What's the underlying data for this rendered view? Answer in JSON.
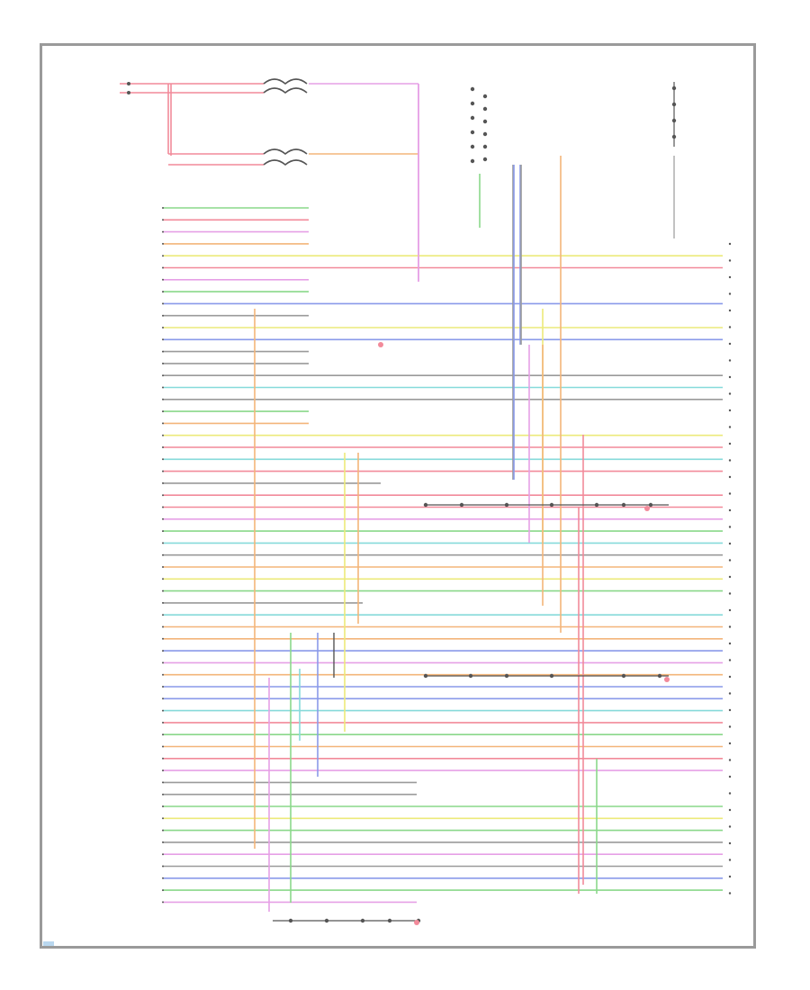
{
  "diagram": {
    "colors": {
      "red": "#f28a9a",
      "pink": "#e6a0e6",
      "green": "#8ad88a",
      "blue": "#8a9aea",
      "yellow": "#ecea7a",
      "orange": "#f3b57a",
      "cyan": "#86dada",
      "gray": "#9a9a9a",
      "dark": "#555555"
    },
    "connector_rows": [
      {
        "color": "green",
        "end": 340
      },
      {
        "color": "red",
        "end": 340
      },
      {
        "color": "pink",
        "end": 340
      },
      {
        "color": "orange",
        "end": 340
      },
      {
        "color": "yellow",
        "end": 800
      },
      {
        "color": "red",
        "end": 800
      },
      {
        "color": "pink",
        "end": 340
      },
      {
        "color": "green",
        "end": 340
      },
      {
        "color": "blue",
        "end": 800
      },
      {
        "color": "gray",
        "end": 340
      },
      {
        "color": "yellow",
        "end": 800
      },
      {
        "color": "blue",
        "end": 800
      },
      {
        "color": "gray",
        "end": 340
      },
      {
        "color": "gray",
        "end": 340
      },
      {
        "color": "gray",
        "end": 800
      },
      {
        "color": "cyan",
        "end": 800
      },
      {
        "color": "gray",
        "end": 800
      },
      {
        "color": "green",
        "end": 340
      },
      {
        "color": "orange",
        "end": 340
      },
      {
        "color": "yellow",
        "end": 800
      },
      {
        "color": "red",
        "end": 800
      },
      {
        "color": "cyan",
        "end": 800
      },
      {
        "color": "red",
        "end": 800
      },
      {
        "color": "gray",
        "end": 420
      },
      {
        "color": "red",
        "end": 800
      },
      {
        "color": "red",
        "end": 800
      },
      {
        "color": "pink",
        "end": 800
      },
      {
        "color": "green",
        "end": 800
      },
      {
        "color": "cyan",
        "end": 800
      },
      {
        "color": "gray",
        "end": 800
      },
      {
        "color": "orange",
        "end": 800
      },
      {
        "color": "yellow",
        "end": 800
      },
      {
        "color": "green",
        "end": 800
      },
      {
        "color": "gray",
        "end": 400
      },
      {
        "color": "cyan",
        "end": 800
      },
      {
        "color": "orange",
        "end": 800
      },
      {
        "color": "orange",
        "end": 800
      },
      {
        "color": "blue",
        "end": 800
      },
      {
        "color": "pink",
        "end": 800
      },
      {
        "color": "orange",
        "end": 800
      },
      {
        "color": "blue",
        "end": 800
      },
      {
        "color": "blue",
        "end": 800
      },
      {
        "color": "cyan",
        "end": 800
      },
      {
        "color": "red",
        "end": 800
      },
      {
        "color": "green",
        "end": 800
      },
      {
        "color": "orange",
        "end": 800
      },
      {
        "color": "red",
        "end": 800
      },
      {
        "color": "pink",
        "end": 800
      },
      {
        "color": "gray",
        "end": 460
      },
      {
        "color": "gray",
        "end": 460
      },
      {
        "color": "green",
        "end": 800
      },
      {
        "color": "yellow",
        "end": 800
      },
      {
        "color": "green",
        "end": 800
      },
      {
        "color": "gray",
        "end": 800
      },
      {
        "color": "pink",
        "end": 800
      },
      {
        "color": "gray",
        "end": 800
      },
      {
        "color": "blue",
        "end": 800
      },
      {
        "color": "green",
        "end": 800
      },
      {
        "color": "pink",
        "end": 460
      }
    ],
    "verticals": [
      {
        "color": "red",
        "from": 90,
        "to": 170
      },
      {
        "color": "pink",
        "from": 90,
        "to": 310
      },
      {
        "color": "orange",
        "from": 170,
        "to": 700
      },
      {
        "color": "green",
        "from": 190,
        "to": 250
      },
      {
        "color": "blue",
        "from": 180,
        "to": 380
      },
      {
        "color": "gray",
        "from": 180,
        "to": 530
      },
      {
        "color": "yellow",
        "from": 340,
        "to": 600
      },
      {
        "color": "red",
        "from": 480,
        "to": 980
      },
      {
        "color": "cyan",
        "from": 740,
        "to": 820
      },
      {
        "color": "green",
        "from": 840,
        "to": 990
      },
      {
        "color": "blue",
        "from": 700,
        "to": 860
      }
    ]
  }
}
